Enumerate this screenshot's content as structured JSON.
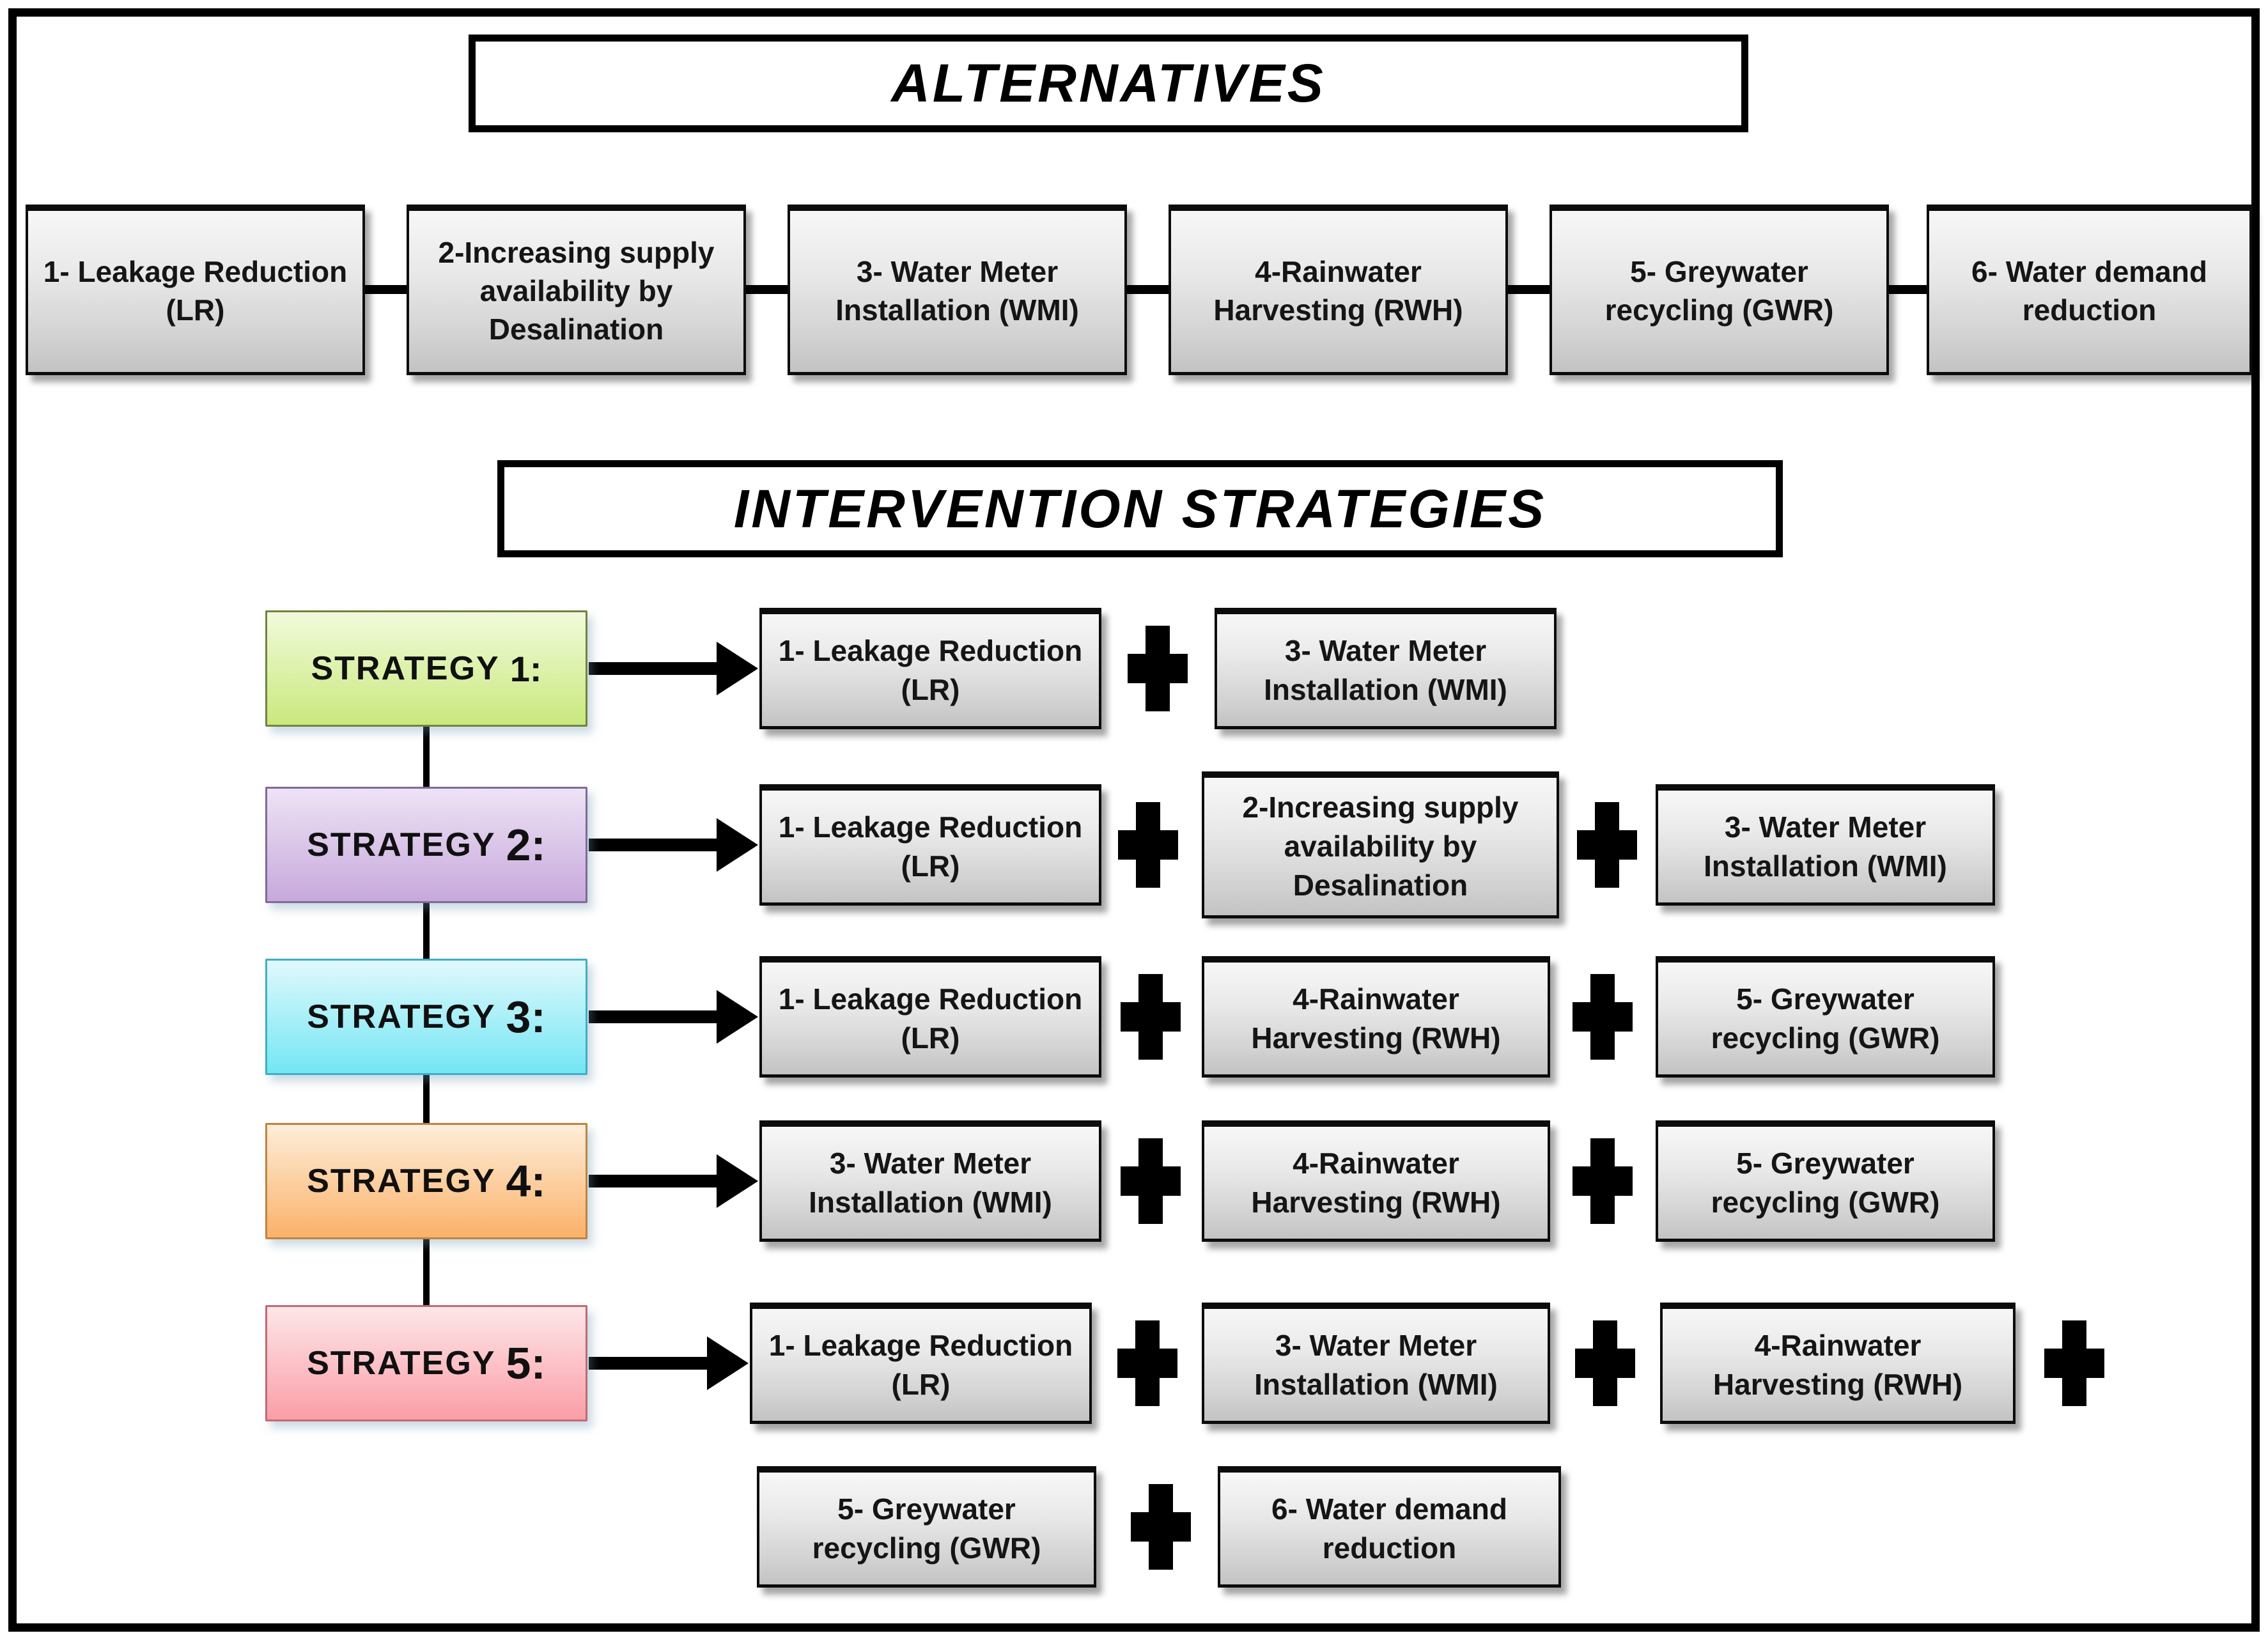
{
  "titles": {
    "alternatives": "ALTERNATIVES",
    "intervention": "INTERVENTION STRATEGIES"
  },
  "alternatives": [
    "1- Leakage Reduction (LR)",
    "2-Increasing supply availability by Desalination",
    "3- Water Meter Installation (WMI)",
    "4-Rainwater Harvesting (RWH)",
    "5- Greywater recycling (GWR)",
    "6- Water demand reduction"
  ],
  "strategies": [
    {
      "label": "STRATEGY",
      "number": "1:",
      "colors": {
        "top": "#f1fbdc",
        "bottom": "#c9e87d",
        "border": "#74823f"
      },
      "items": [
        "1- Leakage Reduction (LR)",
        "3- Water Meter Installation (WMI)"
      ]
    },
    {
      "label": "STRATEGY",
      "number": "2:",
      "colors": {
        "top": "#eee3f5",
        "bottom": "#c7a8dc",
        "border": "#7d6b96"
      },
      "items": [
        "1- Leakage Reduction (LR)",
        "2-Increasing supply availability by Desalination",
        "3- Water Meter Installation (WMI)"
      ]
    },
    {
      "label": "STRATEGY",
      "number": "3:",
      "colors": {
        "top": "#e0f9fc",
        "bottom": "#74e6f4",
        "border": "#3eafc5"
      },
      "items": [
        "1- Leakage Reduction (LR)",
        "4-Rainwater Harvesting (RWH)",
        "5- Greywater recycling (GWR)"
      ]
    },
    {
      "label": "STRATEGY",
      "number": "4:",
      "colors": {
        "top": "#fdeeda",
        "bottom": "#fbb169",
        "border": "#bf8340"
      },
      "items": [
        "3- Water Meter Installation (WMI)",
        "4-Rainwater Harvesting (RWH)",
        "5- Greywater recycling (GWR)"
      ]
    },
    {
      "label": "STRATEGY",
      "number": "5:",
      "colors": {
        "top": "#fde6e8",
        "bottom": "#fb9ea7",
        "border": "#bf6a73"
      },
      "continues_next_line": true,
      "items": [
        "1- Leakage Reduction (LR)",
        "3- Water Meter Installation (WMI)",
        "4-Rainwater Harvesting (RWH)",
        "5- Greywater recycling (GWR)",
        "6- Water demand reduction"
      ]
    }
  ],
  "palette": {
    "background": "#ffffff",
    "frame_border": "#000000",
    "gray_box_top": "#f7f7f7",
    "gray_box_bottom": "#c3c3c3",
    "gray_box_border": "#0c0c0c",
    "line_color": "#000000"
  },
  "icons": {
    "plus": "plus-icon",
    "arrow": "arrow-right-icon"
  }
}
